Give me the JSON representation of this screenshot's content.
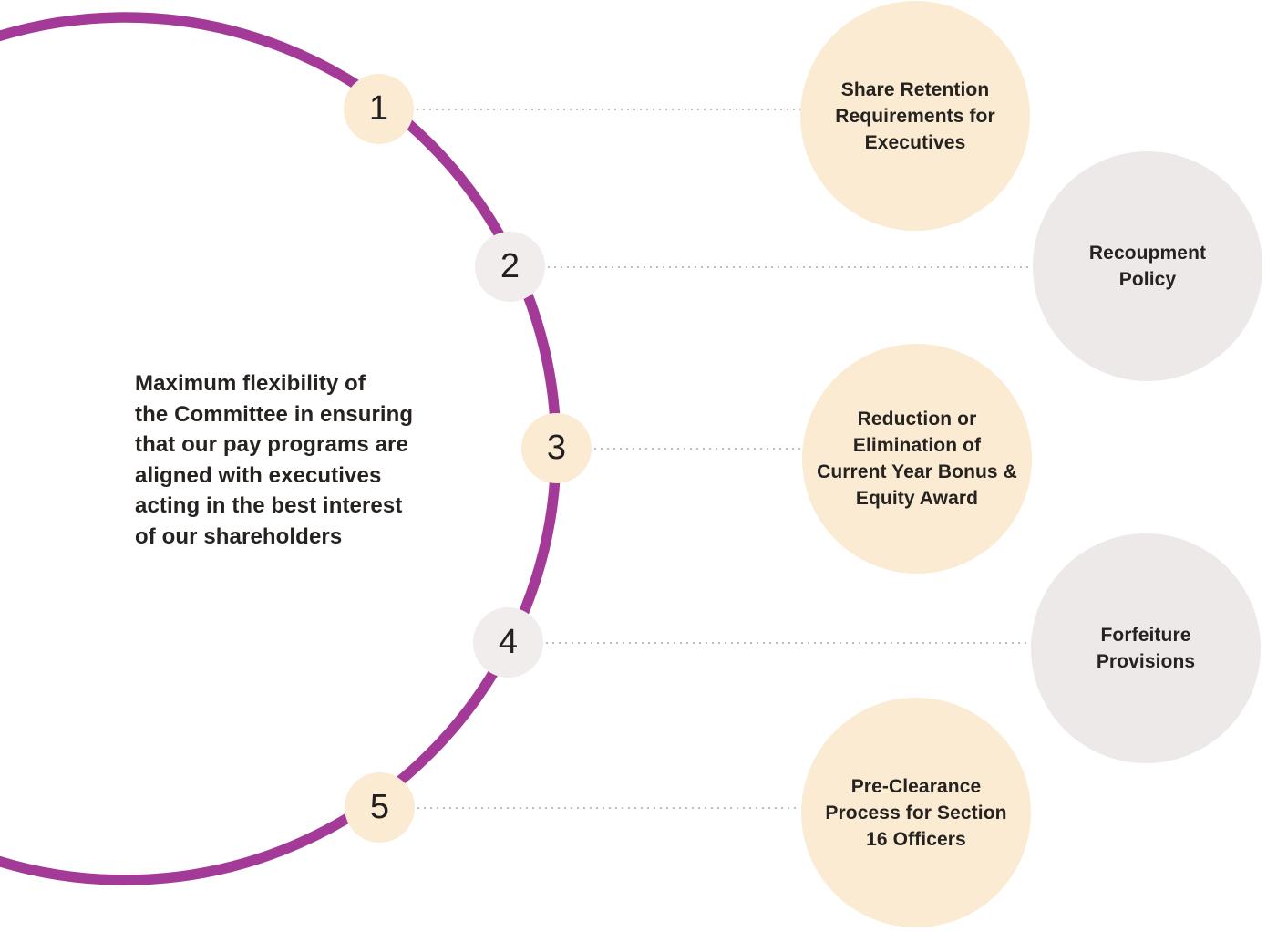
{
  "center_text": {
    "lines": [
      "Maximum flexibility of",
      "the Committee in ensuring",
      "that our pay programs are",
      "aligned with executives",
      "acting in the best interest",
      "of our shareholders"
    ]
  },
  "nodes": [
    {
      "number": "1",
      "color": "cream",
      "label_lines": [
        "Share Retention",
        "Requirements for",
        "Executives"
      ]
    },
    {
      "number": "2",
      "color": "gray",
      "label_lines": [
        "Recoupment",
        "Policy"
      ]
    },
    {
      "number": "3",
      "color": "cream",
      "label_lines": [
        "Reduction or",
        "Elimination of",
        "Current Year Bonus &",
        "Equity Award"
      ]
    },
    {
      "number": "4",
      "color": "gray",
      "label_lines": [
        "Forfeiture",
        "Provisions"
      ]
    },
    {
      "number": "5",
      "color": "cream",
      "label_lines": [
        "Pre-Clearance",
        "Process for Section",
        "16 Officers"
      ]
    }
  ],
  "colors": {
    "arc_purple": "#A43A97",
    "bubble_cream": "#FAEBD2",
    "bubble_gray": "#EDE9E8",
    "text_dark": "#262220",
    "connector_dot": "#BDBDBD",
    "background": "#FFFFFF"
  }
}
